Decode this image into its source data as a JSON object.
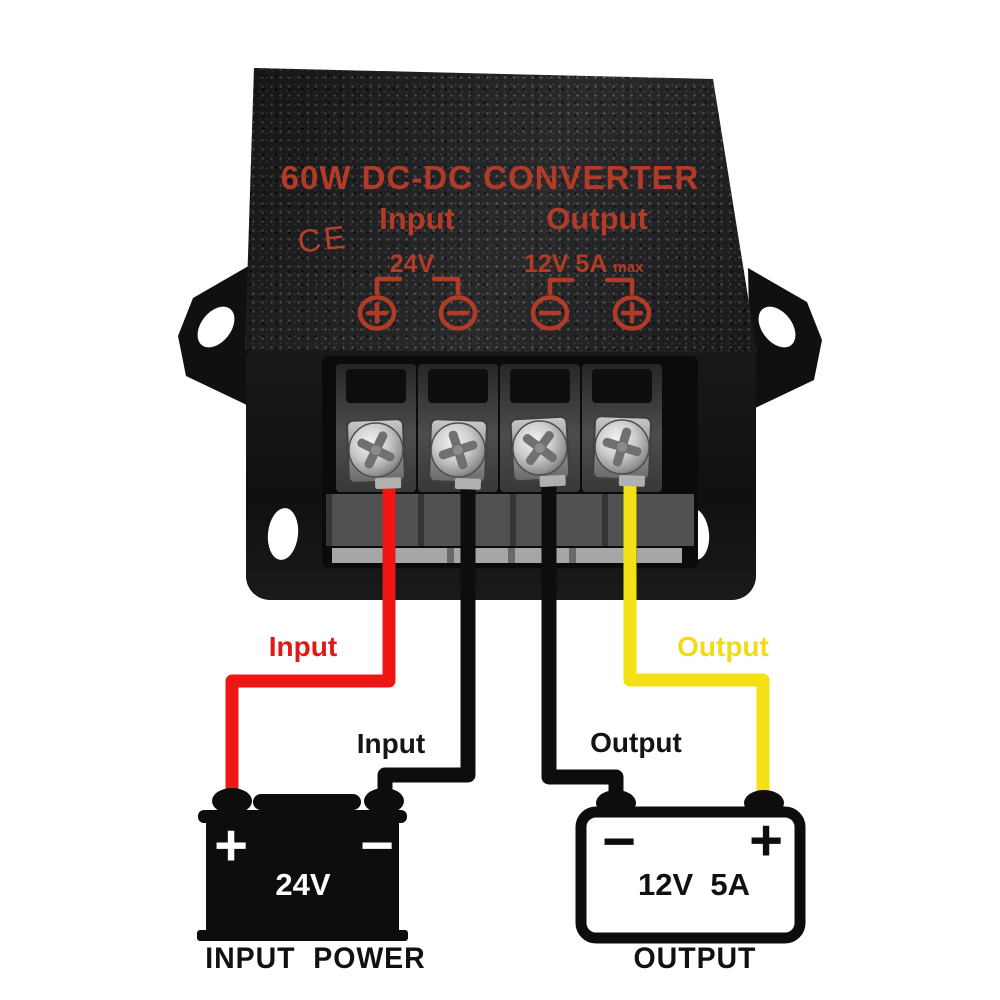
{
  "device": {
    "title": "60W DC-DC CONVERTER",
    "ce_mark": "CE",
    "input": {
      "label": "Input",
      "voltage": "24V",
      "terminals": [
        "plus",
        "minus"
      ]
    },
    "output": {
      "label": "Output",
      "rating": "12V 5A",
      "rating_suffix": "max",
      "terminals": [
        "minus",
        "plus"
      ]
    }
  },
  "wires": [
    {
      "name": "input-positive",
      "label": "Input",
      "color": "#ee1515"
    },
    {
      "name": "input-negative",
      "label": "Input",
      "color": "#0d0d0d"
    },
    {
      "name": "output-negative",
      "label": "Output",
      "color": "#0d0d0d"
    },
    {
      "name": "output-positive",
      "label": "Output",
      "color": "#f5e014"
    }
  ],
  "batteries": {
    "input": {
      "plus": "+",
      "minus": "−",
      "voltage": "24V",
      "caption": "INPUT  POWER"
    },
    "output": {
      "minus": "−",
      "plus": "+",
      "rating": "12V  5A",
      "caption": "OUTPUT"
    }
  },
  "colors": {
    "print_red": "#b23b27",
    "label_red": "#e01818",
    "label_yellow": "#f0dc16",
    "case_black": "#141414",
    "background": "#ffffff"
  }
}
